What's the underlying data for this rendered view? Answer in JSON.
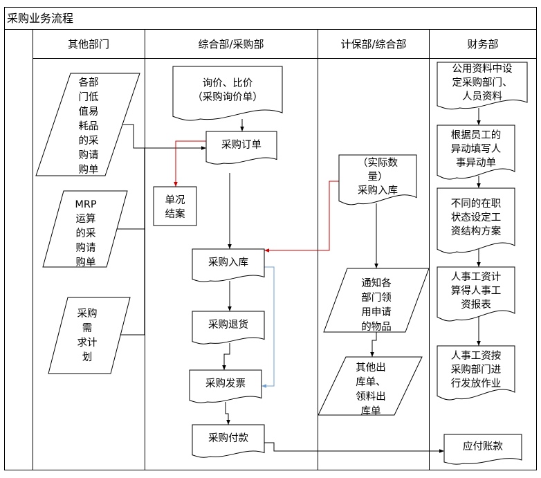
{
  "title": "采购业务流程",
  "lanes": [
    {
      "id": "other",
      "label": "其他部门"
    },
    {
      "id": "purchase",
      "label": "综合部/采购部"
    },
    {
      "id": "account",
      "label": "计保部/综合部"
    },
    {
      "id": "finance",
      "label": "财务部"
    }
  ],
  "nodes": [
    {
      "id": "low_value_req",
      "lane": "other",
      "shape": "parallelogram",
      "lines": [
        "各部",
        "门低",
        "值易",
        "耗品",
        "的采",
        "购请",
        "购单"
      ]
    },
    {
      "id": "mrp_req",
      "lane": "other",
      "shape": "parallelogram",
      "lines": [
        "MRP",
        "运算",
        "的采",
        "购请",
        "购单"
      ]
    },
    {
      "id": "demand_plan",
      "lane": "other",
      "shape": "parallelogram",
      "lines": [
        "采购",
        "需",
        "求计",
        "划"
      ]
    },
    {
      "id": "inquiry",
      "lane": "purchase",
      "shape": "document",
      "lines": [
        "询价、比价",
        "（采购询价单）"
      ]
    },
    {
      "id": "po",
      "lane": "purchase",
      "shape": "document",
      "lines": [
        "采购订单"
      ]
    },
    {
      "id": "close_case",
      "lane": "purchase",
      "shape": "rect",
      "lines": [
        "单况",
        "结案"
      ]
    },
    {
      "id": "receipt",
      "lane": "purchase",
      "shape": "document",
      "lines": [
        "采购入库"
      ]
    },
    {
      "id": "return",
      "lane": "purchase",
      "shape": "document",
      "lines": [
        "采购退货"
      ]
    },
    {
      "id": "invoice",
      "lane": "purchase",
      "shape": "document",
      "lines": [
        "采购发票"
      ]
    },
    {
      "id": "payment",
      "lane": "purchase",
      "shape": "document",
      "lines": [
        "采购付款"
      ]
    },
    {
      "id": "actual_qty",
      "lane": "account",
      "shape": "document",
      "lines": [
        "（实际数",
        "量）",
        "采购入库"
      ]
    },
    {
      "id": "notify",
      "lane": "account",
      "shape": "parallelogram",
      "lines": [
        "通知各",
        "部门领",
        "用申请",
        "的物品"
      ]
    },
    {
      "id": "outbound",
      "lane": "account",
      "shape": "parallelogram",
      "lines": [
        "其他出",
        "库单、",
        "领料出",
        "库单"
      ]
    },
    {
      "id": "public_data",
      "lane": "finance",
      "shape": "document",
      "lines": [
        "公用资料中设",
        "定采购部门、",
        "人员资料"
      ]
    },
    {
      "id": "change_form",
      "lane": "finance",
      "shape": "document",
      "lines": [
        "根据员工的",
        "异动填写人",
        "事异动单"
      ]
    },
    {
      "id": "salary_plan",
      "lane": "finance",
      "shape": "document",
      "lines": [
        "不同的在职",
        "状态设定工",
        "资结构方案"
      ]
    },
    {
      "id": "salary_report",
      "lane": "finance",
      "shape": "document",
      "lines": [
        "人事工资计",
        "算得人事工",
        "资报表"
      ]
    },
    {
      "id": "salary_pay",
      "lane": "finance",
      "shape": "document",
      "lines": [
        "人事工资按",
        "采购部门进",
        "行发放作业"
      ]
    },
    {
      "id": "payable",
      "lane": "finance",
      "shape": "document",
      "lines": [
        "应付账款"
      ]
    }
  ],
  "edges": [
    {
      "from": "inquiry",
      "to": "po",
      "color": "black"
    },
    {
      "from": "low_value_req",
      "to": "po",
      "color": "black"
    },
    {
      "from": "mrp_req",
      "to": "po",
      "color": "black"
    },
    {
      "from": "demand_plan",
      "to": "po",
      "color": "black"
    },
    {
      "from": "po",
      "to": "close_case",
      "color": "red"
    },
    {
      "from": "po",
      "to": "receipt",
      "color": "black"
    },
    {
      "from": "actual_qty",
      "to": "receipt",
      "color": "red"
    },
    {
      "from": "actual_qty",
      "to": "notify",
      "color": "black"
    },
    {
      "from": "receipt",
      "to": "return",
      "color": "black"
    },
    {
      "from": "return",
      "to": "invoice",
      "color": "black"
    },
    {
      "from": "receipt",
      "to": "invoice",
      "color": "blue"
    },
    {
      "from": "invoice",
      "to": "payment",
      "color": "black"
    },
    {
      "from": "notify",
      "to": "outbound",
      "color": "black"
    },
    {
      "from": "payment",
      "to": "payable",
      "color": "black"
    },
    {
      "from": "public_data",
      "to": "change_form",
      "color": "black"
    },
    {
      "from": "change_form",
      "to": "salary_plan",
      "color": "black"
    },
    {
      "from": "salary_plan",
      "to": "salary_report",
      "color": "black"
    },
    {
      "from": "salary_report",
      "to": "salary_pay",
      "color": "black"
    }
  ]
}
